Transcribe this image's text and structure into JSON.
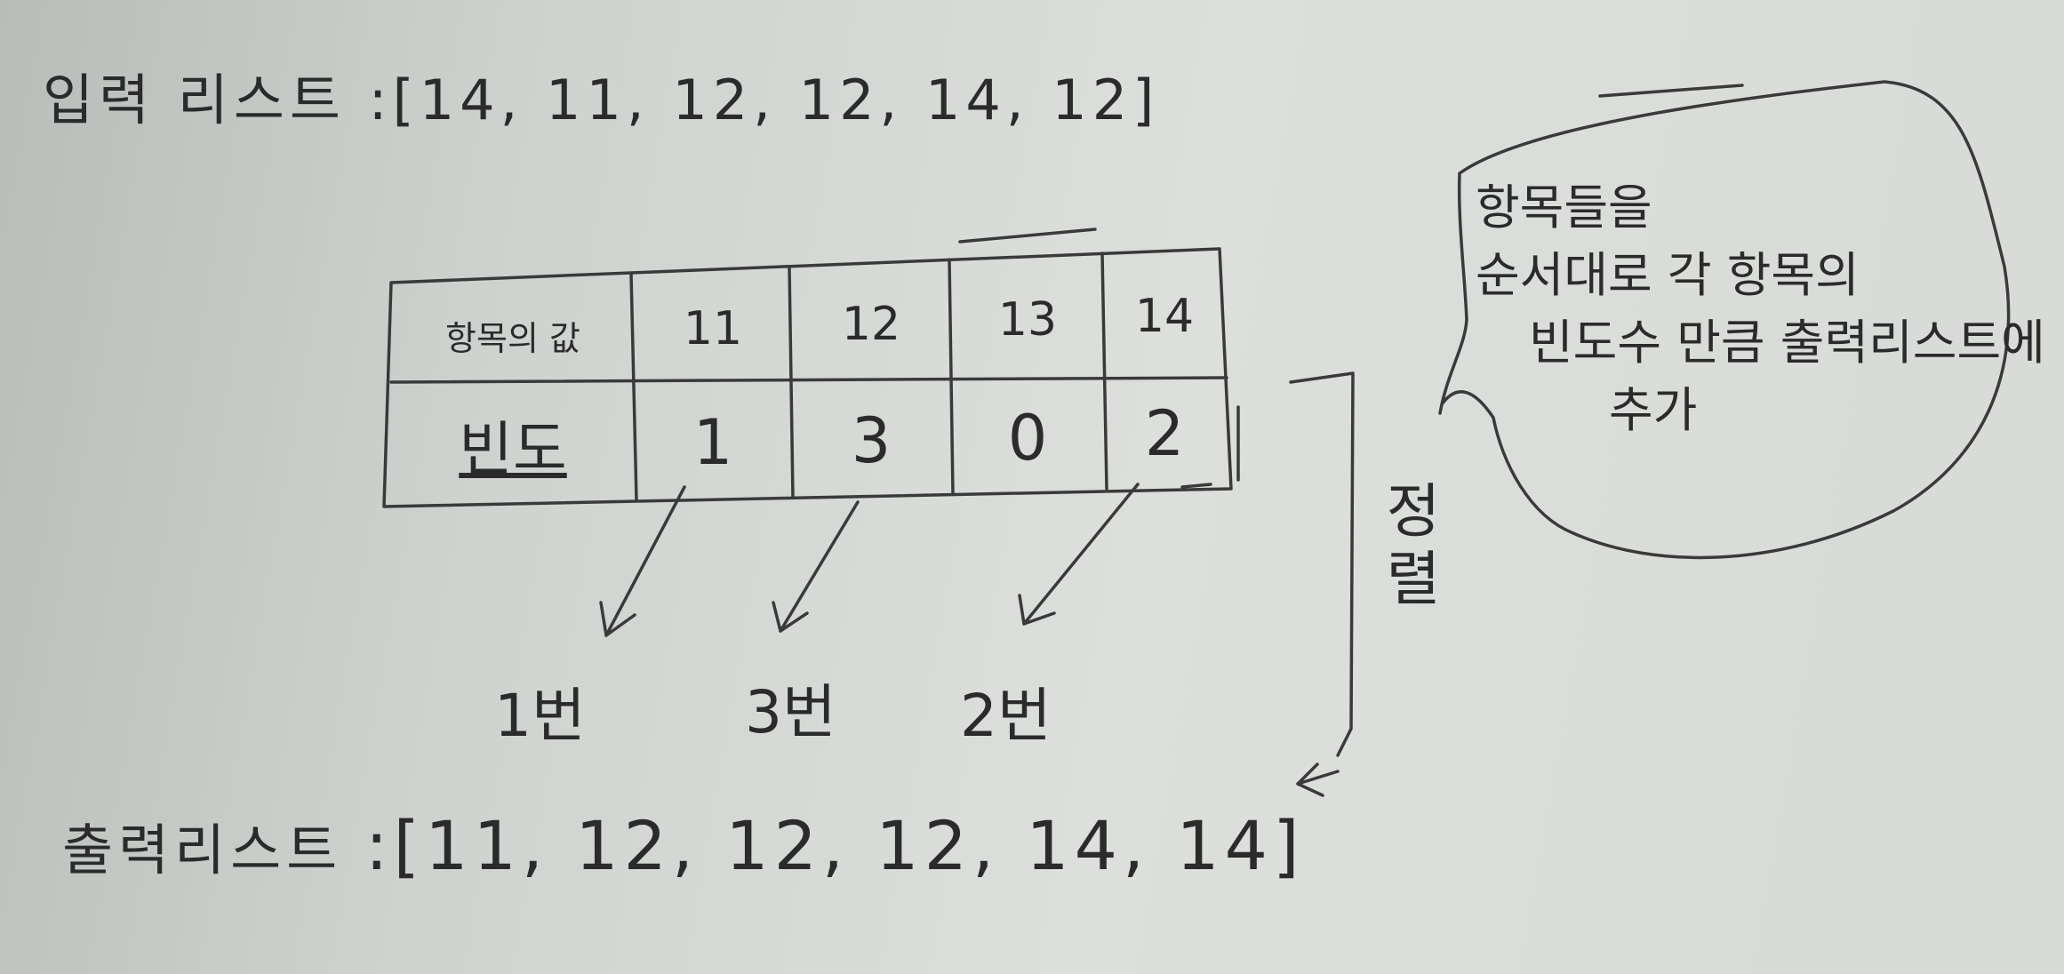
{
  "input": {
    "label": "입력 리스트",
    "value": ":[14, 11, 12, 12, 14, 12]"
  },
  "table": {
    "row_headers": [
      "항목의 값",
      "빈도"
    ],
    "values": [
      "11",
      "12",
      "13",
      "14"
    ],
    "counts": [
      "1",
      "3",
      "0",
      "2"
    ]
  },
  "arrows_labels": [
    "1번",
    "3번",
    "2번"
  ],
  "sort_label": "정렬",
  "bubble_lines": [
    "항목들을",
    "순서대로 각 항목의",
    "빈도수 만큼 출력리스트에",
    "추가"
  ],
  "output": {
    "label": "출력리스트",
    "value": ":[11, 12, 12, 12, 14, 14]"
  }
}
